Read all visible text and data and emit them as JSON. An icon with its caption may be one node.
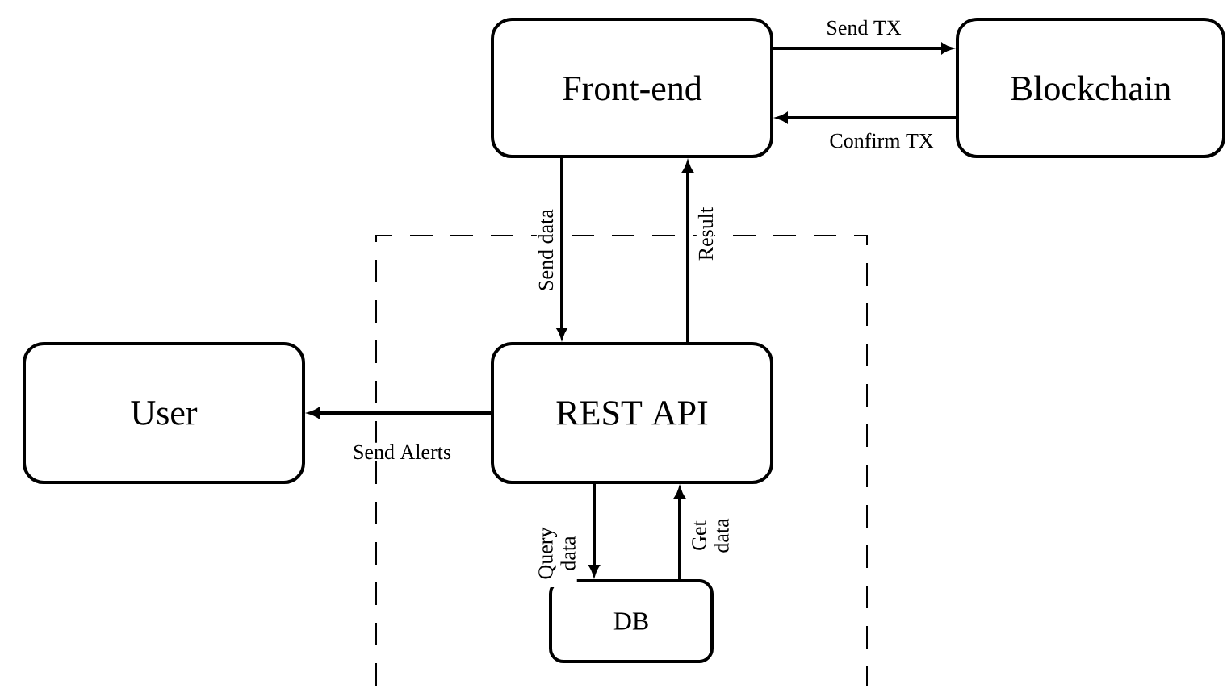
{
  "diagram": {
    "nodes": [
      {
        "text": [
          "Front-end"
        ]
      },
      {
        "text": [
          "Blockchain"
        ]
      },
      {
        "text": [
          "User"
        ]
      },
      {
        "text": [
          "REST API"
        ]
      },
      {
        "text": [
          "DB"
        ]
      }
    ],
    "edges": [
      {
        "from": 0,
        "to": 1,
        "arrow": "to",
        "label": "Send TX"
      },
      {
        "from": 1,
        "to": 0,
        "arrow": "to",
        "label": "Confirm TX"
      },
      {
        "from": 0,
        "to": 3,
        "arrow": "to",
        "label": "Send data"
      },
      {
        "from": 3,
        "to": 0,
        "arrow": "to",
        "label": "Result"
      },
      {
        "from": 3,
        "to": 2,
        "arrow": "to",
        "label": "Send Alerts"
      },
      {
        "from": 3,
        "to": 4,
        "arrow": "to",
        "label": "Query data"
      },
      {
        "from": 4,
        "to": 3,
        "arrow": "to",
        "label": "Get data"
      }
    ]
  }
}
